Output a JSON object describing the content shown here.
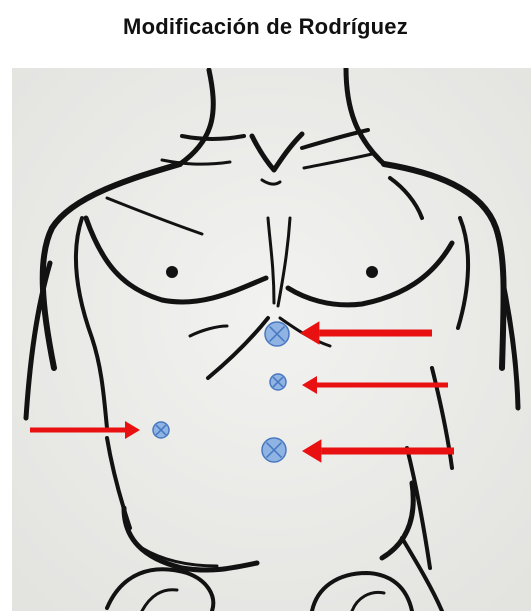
{
  "title": "Modificación de Rodríguez",
  "colors": {
    "background": "#ececea",
    "line": "#121212",
    "port_fill": "#8fb4e4",
    "port_stroke": "#4a78c0",
    "arrow": "#e81010"
  },
  "ports": [
    {
      "id": "port-subxiphoid-large",
      "size": "large"
    },
    {
      "id": "port-epigastric-small",
      "size": "small"
    },
    {
      "id": "port-right-flank-small",
      "size": "small"
    },
    {
      "id": "port-umbilical-large",
      "size": "large"
    }
  ],
  "arrows": [
    {
      "id": "arrow-subxiphoid",
      "direction": "left"
    },
    {
      "id": "arrow-epigastric",
      "direction": "left"
    },
    {
      "id": "arrow-right-flank",
      "direction": "right"
    },
    {
      "id": "arrow-umbilical",
      "direction": "left"
    }
  ]
}
